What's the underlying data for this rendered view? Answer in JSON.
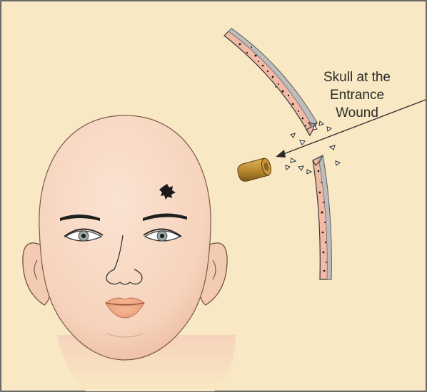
{
  "diagram": {
    "caption_lines": [
      "Skull at the",
      "Entrance",
      "Wound"
    ],
    "colors": {
      "background": "#F8E8C3",
      "border": "#3A3A3A",
      "skin": "#F6D7C0",
      "skin_shadow": "#EDB99E",
      "bone": "#F2B9A5",
      "bone_edge": "#9A9A9A",
      "bullet": "#B8862E",
      "wound": "#1A1A1A",
      "line": "#2A2A2A"
    }
  }
}
